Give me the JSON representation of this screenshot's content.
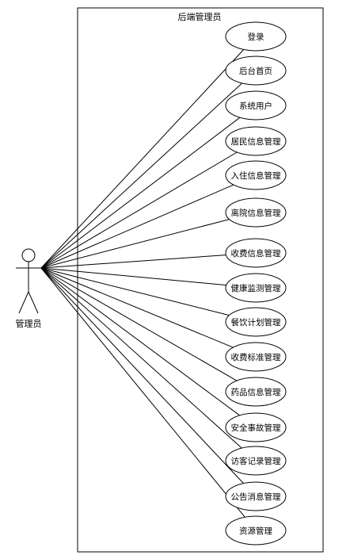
{
  "system": {
    "title": "后端管理员"
  },
  "actor": {
    "name": "管理员"
  },
  "use_cases": [
    {
      "label": "登录"
    },
    {
      "label": "后台首页"
    },
    {
      "label": "系统用户"
    },
    {
      "label": "居民信息管理"
    },
    {
      "label": "入住信息管理"
    },
    {
      "label": "离院信息管理"
    },
    {
      "label": "收费信息管理"
    },
    {
      "label": "健康监测管理"
    },
    {
      "label": "餐饮计划管理"
    },
    {
      "label": "收费标准管理"
    },
    {
      "label": "药品信息管理"
    },
    {
      "label": "安全事故管理"
    },
    {
      "label": "访客记录管理"
    },
    {
      "label": "公告消息管理"
    },
    {
      "label": "资源管理"
    }
  ]
}
